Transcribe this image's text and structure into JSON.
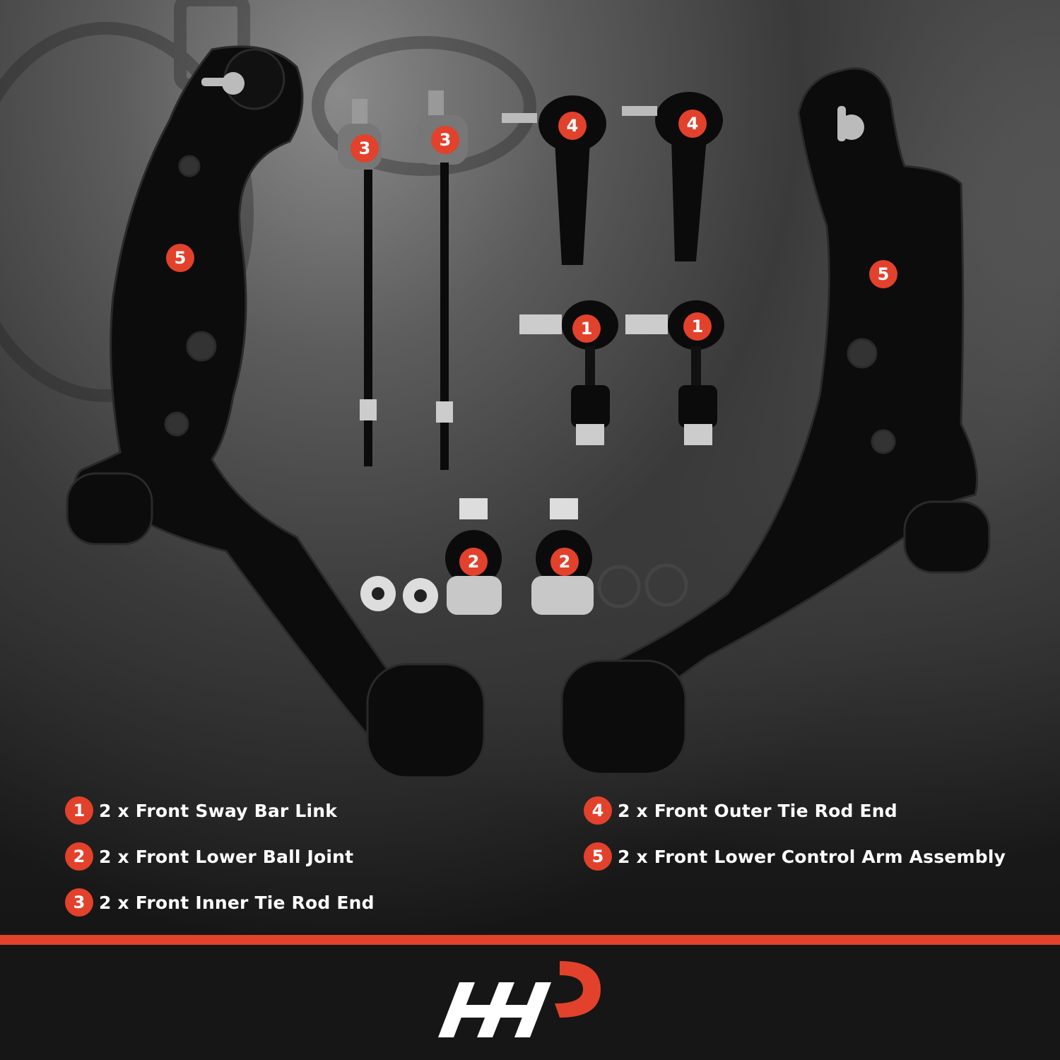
{
  "badges": {
    "arm_left": "5",
    "arm_right": "5",
    "inner_tie_rod_a": "3",
    "inner_tie_rod_b": "3",
    "outer_tie_rod_a": "4",
    "outer_tie_rod_b": "4",
    "sway_link_a": "1",
    "sway_link_b": "1",
    "ball_joint_a": "2",
    "ball_joint_b": "2"
  },
  "legend": [
    {
      "num": "1",
      "text": "2 x Front Sway Bar Link"
    },
    {
      "num": "2",
      "text": "2 x Front Lower Ball Joint"
    },
    {
      "num": "3",
      "text": "2 x Front Inner Tie Rod End"
    },
    {
      "num": "4",
      "text": "2 x Front Outer Tie Rod End"
    },
    {
      "num": "5",
      "text": "2 x Front Lower Control Arm Assembly"
    }
  ],
  "colors": {
    "accent": "#e2412c",
    "background": "#171717",
    "text": "#ffffff"
  },
  "logo": {
    "icon": "brand-logo-icon"
  }
}
